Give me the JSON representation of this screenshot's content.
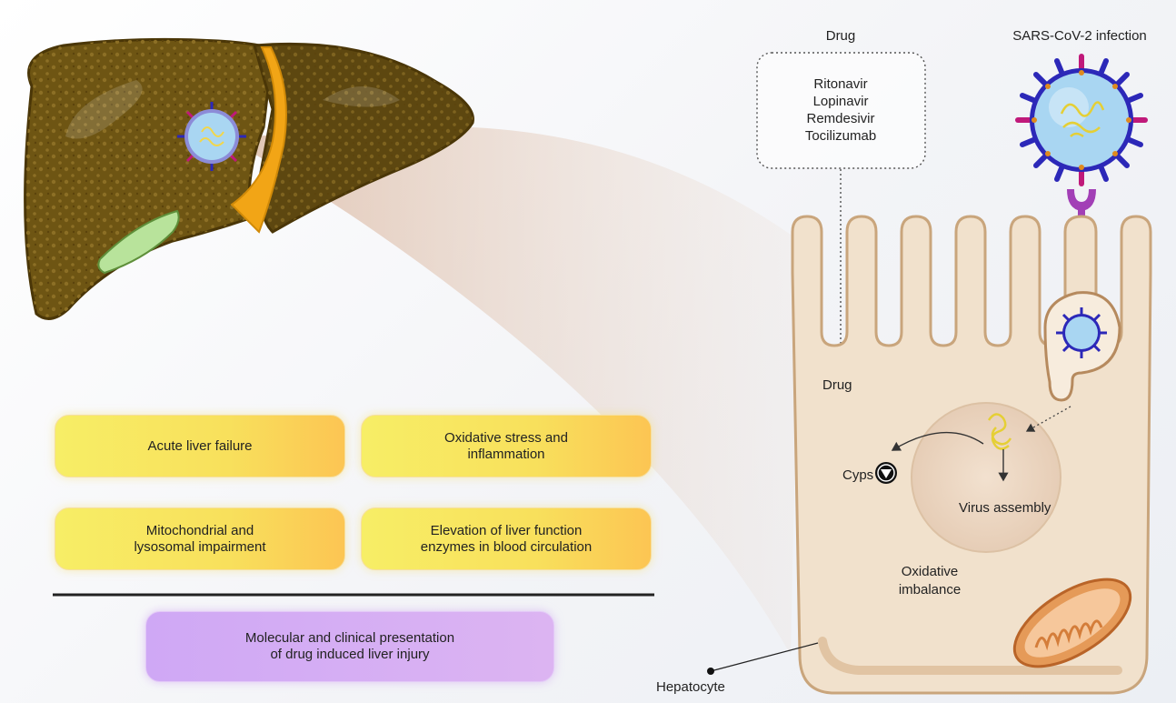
{
  "drug_box": {
    "title": "Drug",
    "drugs": [
      "Ritonavir",
      "Lopinavir",
      "Remdesivir",
      "Tocilizumab"
    ]
  },
  "virus_label": "SARS-CoV-2 infection",
  "cell": {
    "drug_label": "Drug",
    "cyps_label": "Cyps",
    "virus_assembly_label": "Virus assembly",
    "oxidative_label": "Oxidative\nimbalance",
    "hepatocyte_label": "Hepatocyte"
  },
  "effects": [
    {
      "text": "Acute liver failure"
    },
    {
      "text": "Oxidative stress and\ninflammation"
    },
    {
      "text": "Mitochondrial and\nlysosomal impairment"
    },
    {
      "text": "Elevation of liver function\nenzymes in blood circulation"
    }
  ],
  "summary_box": "Molecular and clinical presentation\nof drug induced liver injury",
  "colors": {
    "liver": "#6e5513",
    "cell_fill": "#f1e1cc",
    "cell_stroke": "#c9a57c",
    "virus_blue": "#2c28b8",
    "virus_core": "#a9d6f2",
    "receptor": "#a23fb6",
    "effect_box": "#f8e25a",
    "summary_box": "#d6aff5"
  }
}
